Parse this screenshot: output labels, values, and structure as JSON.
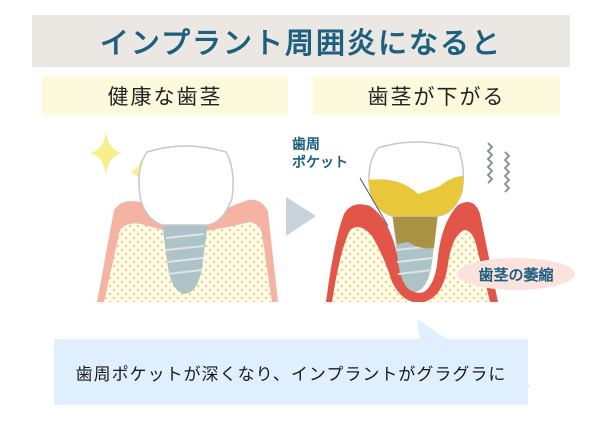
{
  "title": "インプラント周囲炎になると",
  "panels": {
    "left": {
      "heading": "健康な歯茎"
    },
    "right": {
      "heading": "歯茎が下がる",
      "pocket_label_line1": "歯周",
      "pocket_label_line2": "ポケット",
      "recession_label": "歯茎の萎縮"
    }
  },
  "note": {
    "text_plain": "歯周ポケットが深くなり、",
    "text_highlight": "インプラントがグラグラに"
  },
  "colors": {
    "title_bg": "#ebe8e3",
    "title_text": "#1d5f7e",
    "heading_bg": "#fdf9dc",
    "healthy_gum": "#f4b3a3",
    "inflamed_gum": "#e2564a",
    "bone_dots": "#f7d35a",
    "implant": "#adc3c7",
    "plaque": "#e8c83a",
    "note_bg": "#e0effd",
    "wave": "#e8674e",
    "arrow": "#c9d1da"
  }
}
